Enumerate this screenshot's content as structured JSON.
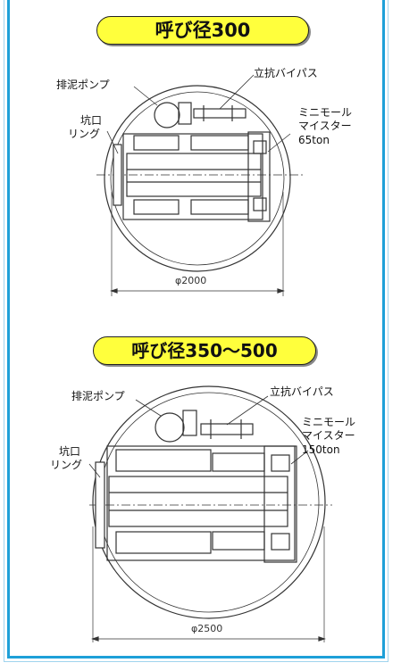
{
  "section1": {
    "title": "呼び径300",
    "label_pump": "排泥ポンプ",
    "label_bypass": "立抗バイパス",
    "label_ring_1": "坑口",
    "label_ring_2": "リング",
    "label_mole_1": "ミニモール",
    "label_mole_2": "マイスター",
    "label_mole_3": "65ton",
    "dimension": "φ2000"
  },
  "section2": {
    "title": "呼び径350～500",
    "label_pump": "排泥ポンプ",
    "label_bypass": "立抗バイパス",
    "label_ring_1": "坑口",
    "label_ring_2": "リング",
    "label_mole_1": "ミニモール",
    "label_mole_2": "マイスター",
    "label_mole_3": "150ton",
    "dimension": "φ2500"
  },
  "colors": {
    "frame": "#1ea0d8",
    "title_fill": "#ffff3c",
    "line": "#333333"
  }
}
